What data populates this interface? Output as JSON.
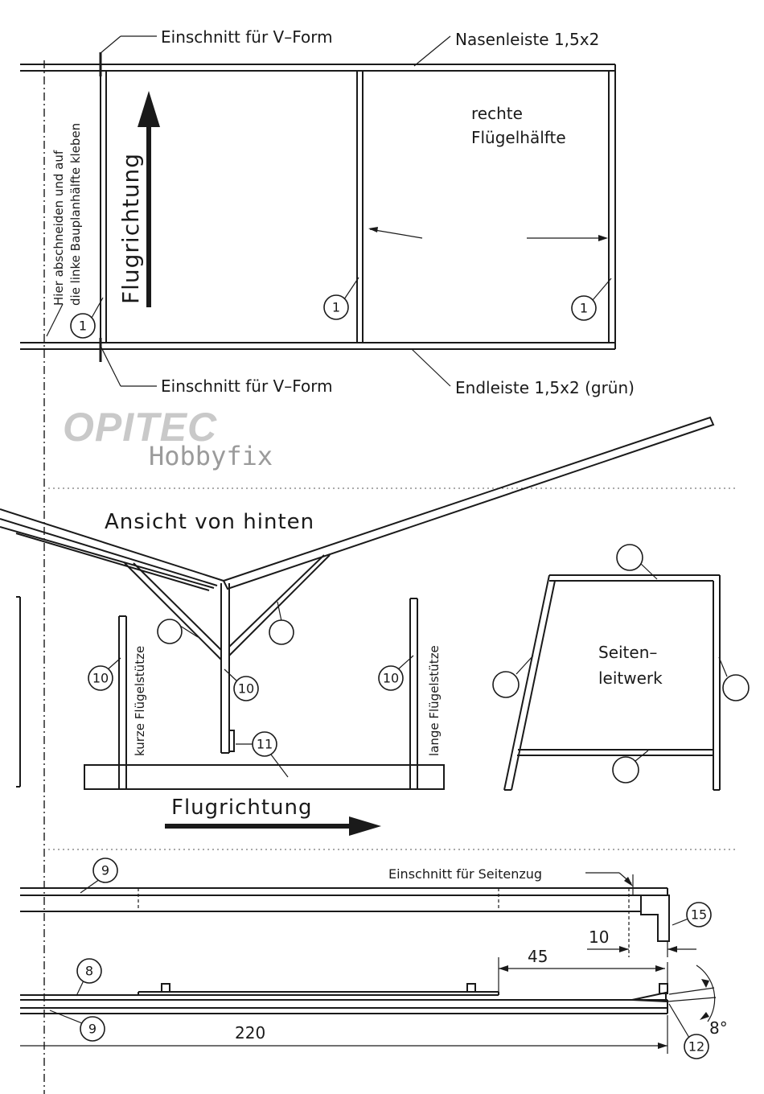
{
  "wing": {
    "cut_v_top": "Einschnitt für V–Form",
    "leading_edge": "Nasenleiste 1,5x2",
    "right_half": [
      "rechte",
      "Flügelhälfte"
    ],
    "flight_dir": "Flugrichtung",
    "side_note": [
      "Hier abschneiden und auf",
      "die linke Bauplanhälfte kleben"
    ],
    "cut_v_bottom": "Einschnitt für V–Form",
    "trailing_edge": "Endleiste 1,5x2 (grün)",
    "part_left": "1",
    "part_mid": "1",
    "part_right": "1"
  },
  "logo": {
    "brand": "OPITEC",
    "product": "Hobbyfix"
  },
  "rear": {
    "title": "Ansicht von hinten",
    "short_support": "kurze Flügelstütze",
    "long_support": "lange Flügelstütze",
    "part_a": "10",
    "part_b": "10",
    "part_c": "10",
    "part_d": "11",
    "flight_dir": "Flugrichtung"
  },
  "fin": {
    "label": [
      "Seiten–",
      "leitwerk"
    ]
  },
  "fuselage": {
    "cut_rudder": "Einschnitt für Seitenzug",
    "part_9a": "9",
    "part_15": "15",
    "dim_10": "10",
    "dim_45": "45",
    "part_8": "8",
    "part_9b": "9",
    "dim_220": "220",
    "part_12": "12",
    "angle": "8°"
  }
}
